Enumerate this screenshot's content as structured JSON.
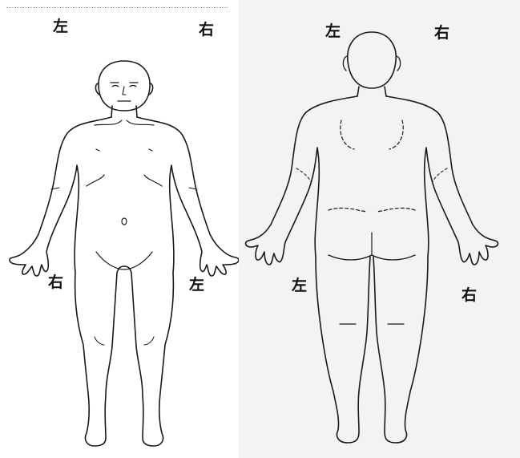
{
  "front_view": {
    "labels": {
      "top_left": "左",
      "top_right": "右",
      "hand_left": "右",
      "hand_right": "左"
    }
  },
  "back_view": {
    "labels": {
      "top_left": "左",
      "top_right": "右",
      "hand_left": "左",
      "hand_right": "右"
    }
  },
  "colors": {
    "line": "#1a1a1a",
    "paper": "#ffffff",
    "scan_gray": "#f3f3f3"
  }
}
